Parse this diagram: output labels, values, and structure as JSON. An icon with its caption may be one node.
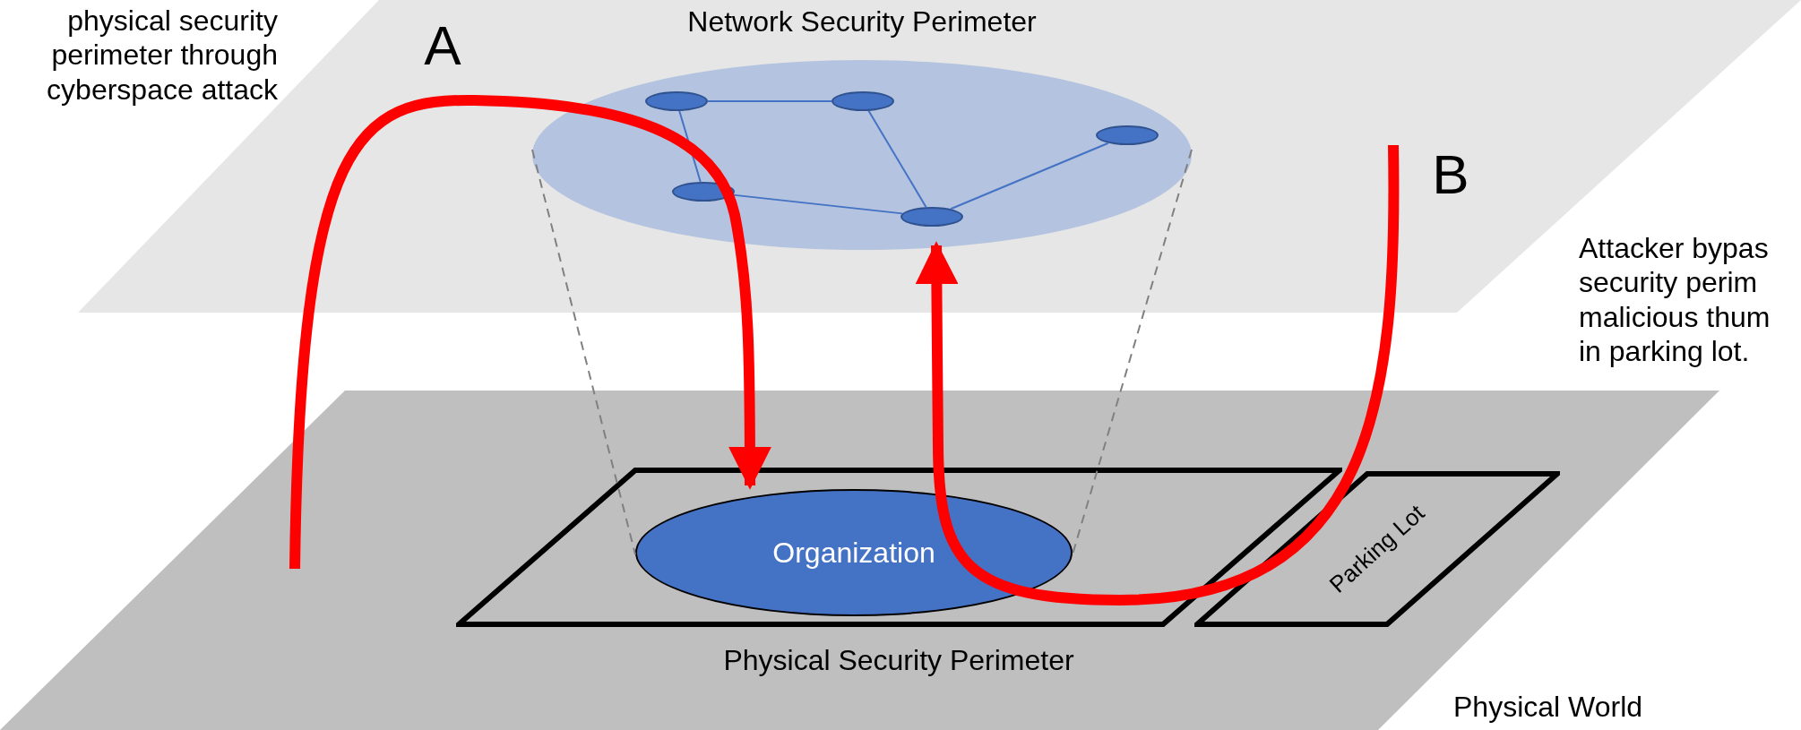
{
  "diagram": {
    "nodes": [
      {
        "text": [
          "Network Security Perimeter"
        ]
      },
      {
        "text": [],
        "shape": "circle",
        "in": 0
      },
      {
        "text": [],
        "shape": "circle",
        "in": 0
      },
      {
        "text": [],
        "shape": "circle",
        "in": 0
      },
      {
        "text": [],
        "shape": "circle",
        "in": 0
      },
      {
        "text": [],
        "shape": "circle",
        "in": 0
      },
      {
        "text": [
          "Physical Security Perimeter"
        ]
      },
      {
        "text": [
          "Organization"
        ],
        "in": 6
      },
      {
        "text": [
          "Parking Lot"
        ]
      }
    ],
    "edges": [
      {
        "from": 1,
        "to": 2,
        "arrow": "none"
      },
      {
        "from": 1,
        "to": 4,
        "arrow": "none"
      },
      {
        "from": 4,
        "to": 5,
        "arrow": "none"
      },
      {
        "from": 2,
        "to": 5,
        "arrow": "none"
      },
      {
        "from": 5,
        "to": 3,
        "arrow": "none"
      },
      {
        "from": 0,
        "to": 7,
        "arrow": "none",
        "style": "dashed",
        "color": "#808080"
      },
      {
        "from": 0,
        "to": 7,
        "arrow": "none",
        "style": "dashed",
        "color": "#808080"
      },
      {
        "from": null,
        "to": 7,
        "arrow": "to",
        "label": "A",
        "style": "thick",
        "color": "#ff0000"
      },
      {
        "from": null,
        "to": 5,
        "arrow": "to",
        "label": "B",
        "style": "thick",
        "color": "#ff0000"
      }
    ],
    "labels": [
      "physical security perimeter through cyberspace attack",
      "Attacker bypas security perim malicious thum in parking lot.",
      "Physical World"
    ]
  }
}
